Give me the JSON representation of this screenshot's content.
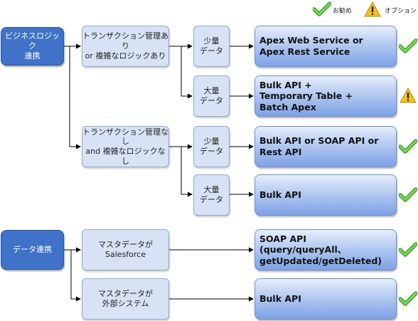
{
  "legend": {
    "recommended": "お勧め",
    "option": "オプション"
  },
  "sources": {
    "business": "ビジネスロジック\n連携",
    "data": "データ連携"
  },
  "conditions": {
    "tx_with": "トランザクション管理あり\nor 複雑なロジックあり",
    "tx_without": "トランザクション管理なし\nand 複雑なロジックなし",
    "master_sf": "マスタデータが\nSalesforce",
    "master_ext": "マスタデータが\n外部システム"
  },
  "volumes": {
    "small1": "少量\nデータ",
    "large1": "大量\nデータ",
    "small2": "少量\nデータ",
    "large2": "大量\nデータ"
  },
  "results": {
    "r1": "Apex Web Service or\nApex Rest Service",
    "r2": "Bulk API +\nTemporary Table +\nBatch Apex",
    "r3": "Bulk API or SOAP API or\nRest API",
    "r4": "Bulk API",
    "r5": "SOAP API\n(query/queryAll、\n getUpdated/getDeleted)",
    "r6": "Bulk API"
  },
  "result_marks": {
    "r1": "check-icon",
    "r2": "warning-icon",
    "r3": "check-icon",
    "r4": "check-icon",
    "r5": "check-icon",
    "r6": "check-icon"
  },
  "colors": {
    "source_fill": "#3f72c8",
    "condition_fill": "#d7e3f4",
    "result_fill": "#a9c2ee",
    "check": "#5cc23a",
    "warning": "#f4c21a"
  }
}
